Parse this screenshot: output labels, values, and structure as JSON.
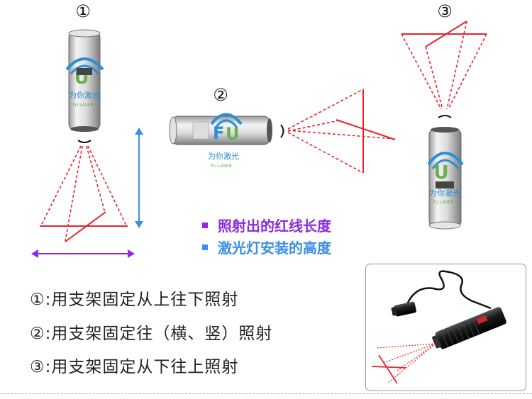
{
  "labels": {
    "mount_1": "①",
    "mount_2": "②",
    "mount_3": "③"
  },
  "logo": {
    "cn": "为你激光",
    "en": "FU LASER"
  },
  "legend": [
    {
      "text": "照射出的红线长度",
      "color": "#8a2be2"
    },
    {
      "text": "激光灯安装的高度",
      "color": "#3a8ee6"
    }
  ],
  "descriptions": [
    "①:用支架固定从上往下照射",
    "②:用支架固定往（横、竖）照射",
    "③:用支架固定从下往上照射"
  ],
  "colors": {
    "laser": "#e8242b",
    "height_arrow": "#3a8ee6",
    "width_arrow": "#8a2be2"
  }
}
